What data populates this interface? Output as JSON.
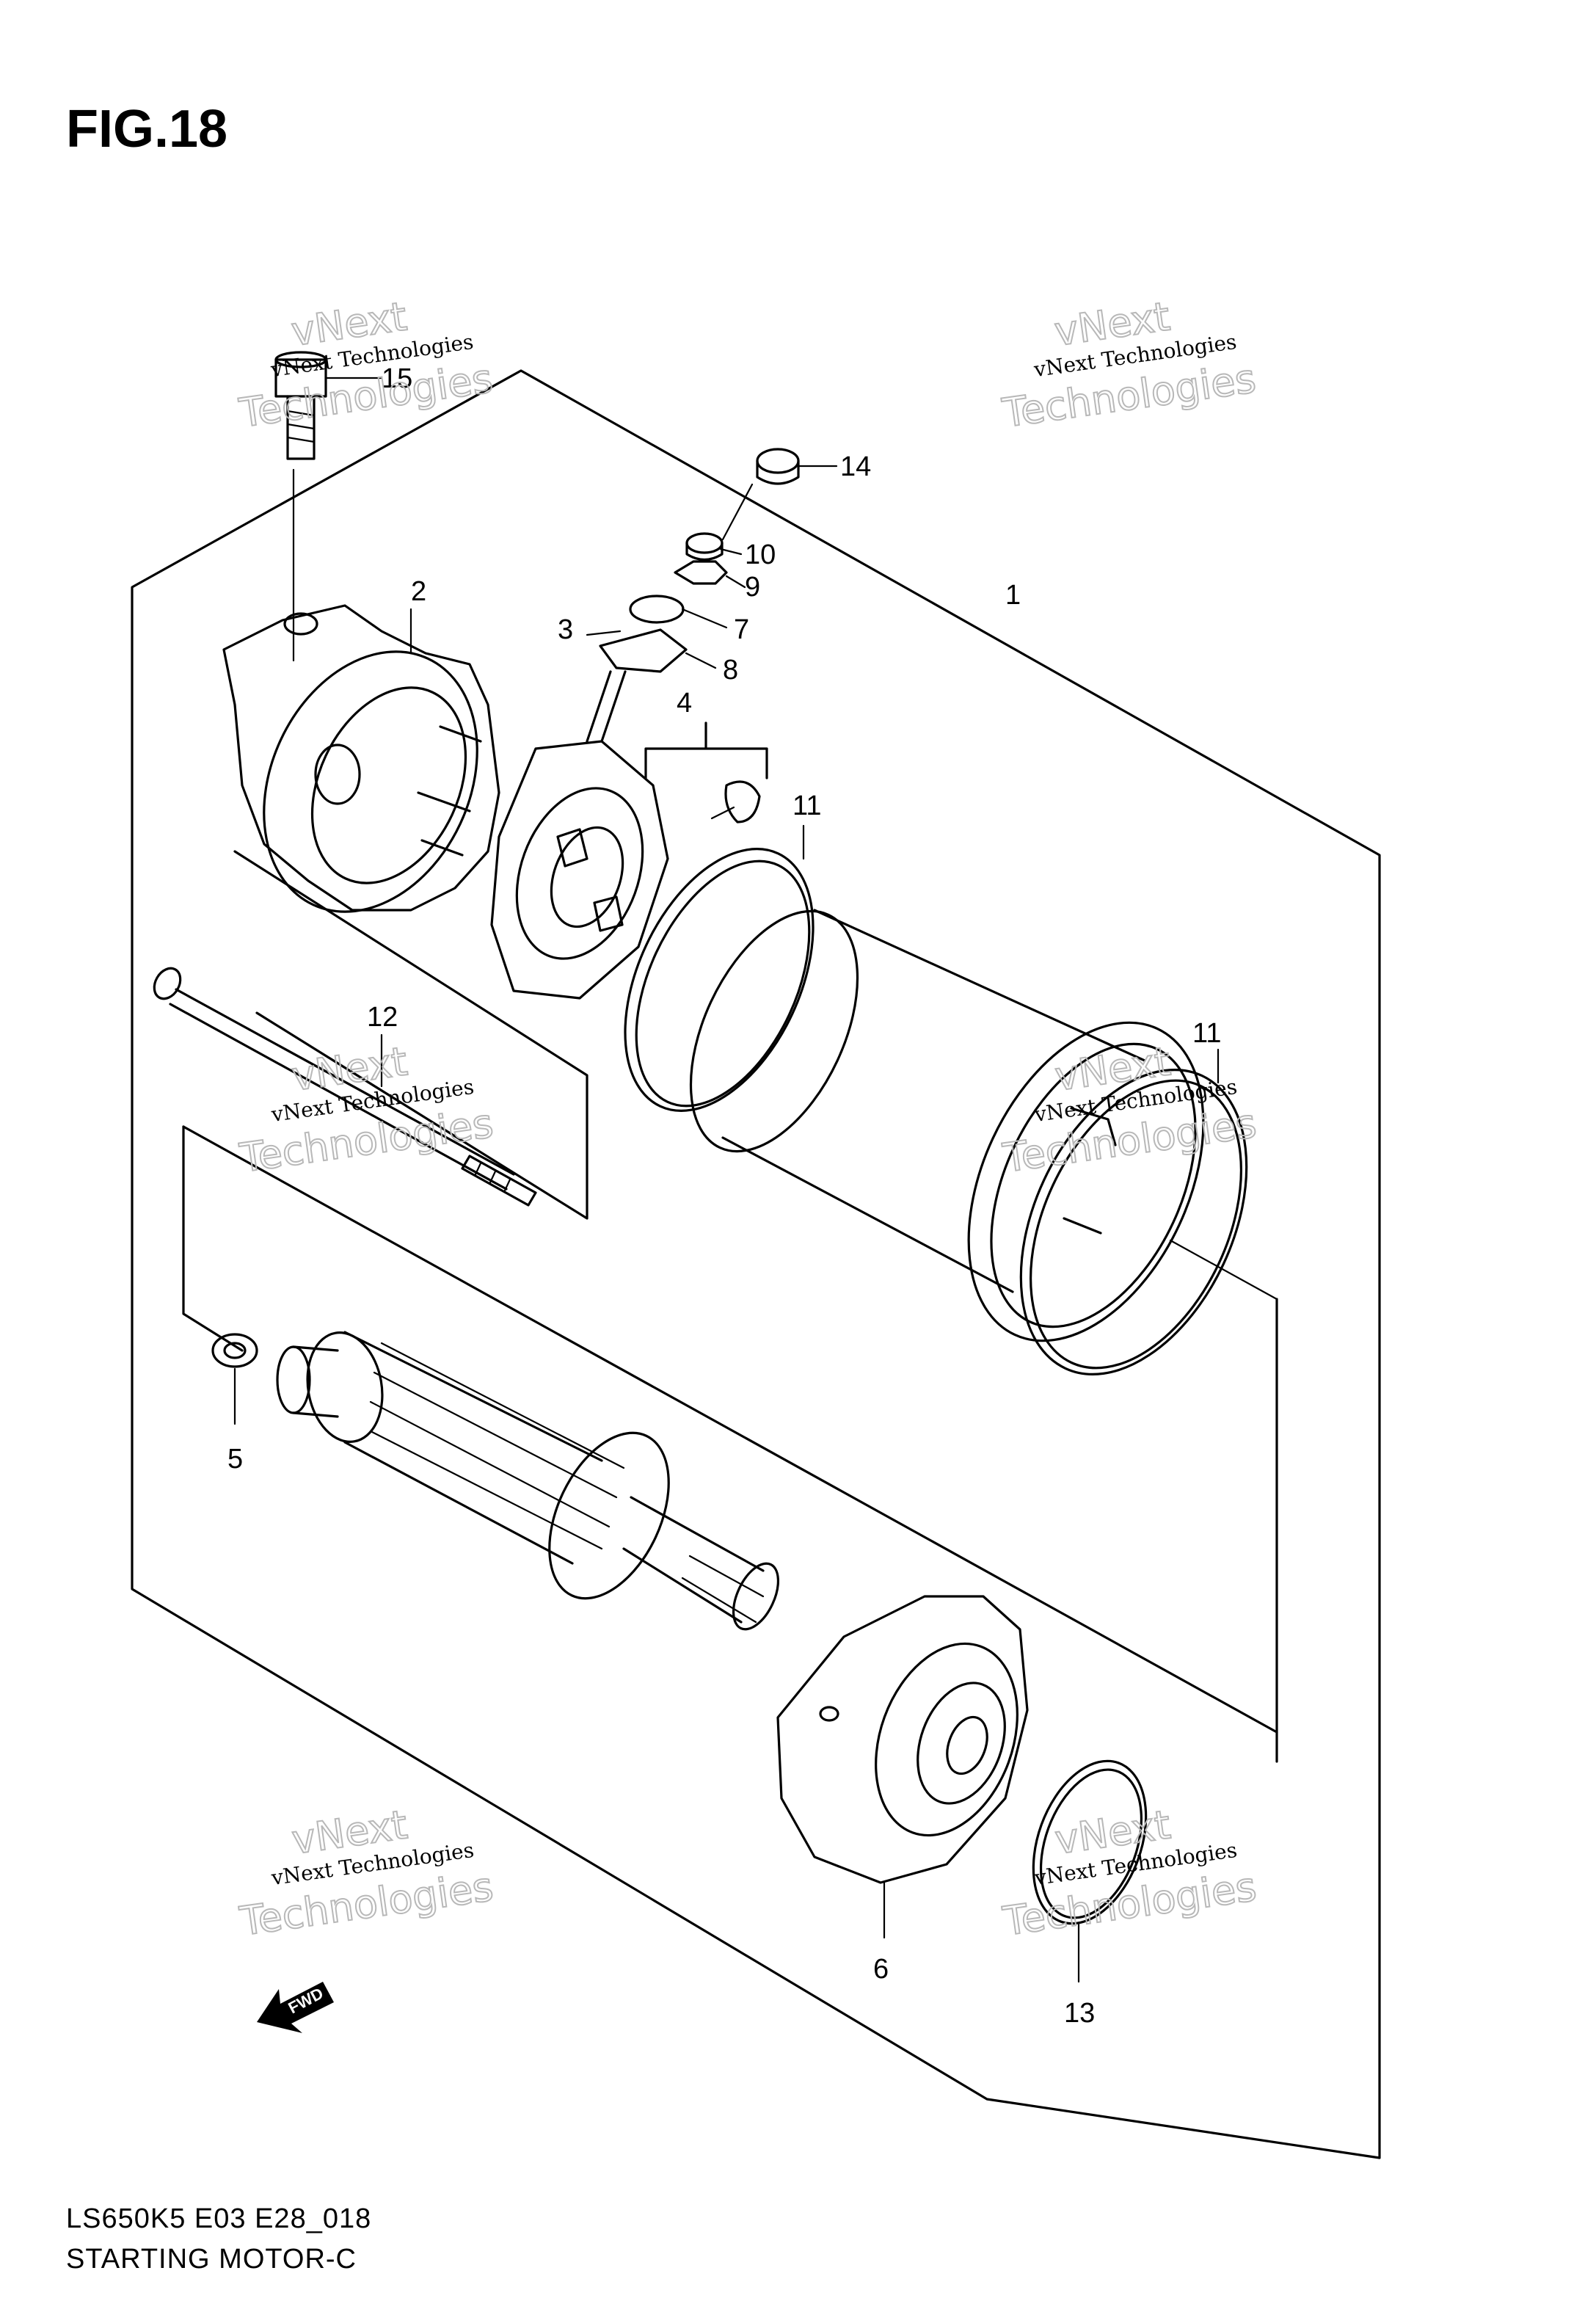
{
  "figure": {
    "title": "FIG.18"
  },
  "footer": {
    "model_code": "LS650K5 E03 E28_018",
    "caption": "STARTING MOTOR-C"
  },
  "callouts": [
    "1",
    "2",
    "3",
    "4",
    "5",
    "6",
    "7",
    "8",
    "9",
    "10",
    "11",
    "11",
    "12",
    "13",
    "14",
    "15"
  ],
  "watermark": {
    "line1": "vNext Technologies",
    "line2": "vNext",
    "line3": "Technologies"
  },
  "direction_arrow": {
    "label": "FWD",
    "icon": "fwd-arrow-icon"
  }
}
